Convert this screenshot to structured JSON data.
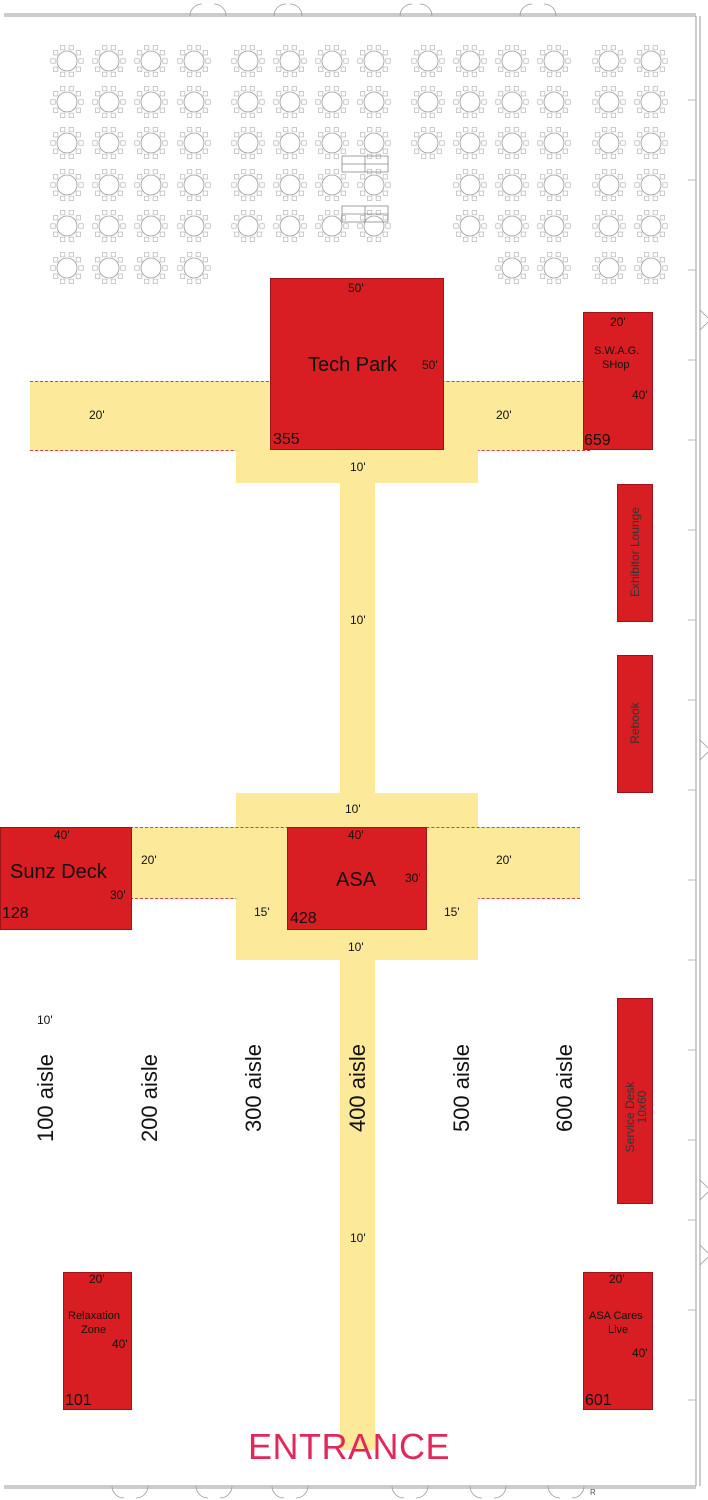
{
  "areas": {
    "tech_park": {
      "name": "Tech Park",
      "number": "355",
      "width": "50'",
      "depth": "50'"
    },
    "swag_shop": {
      "name_line1": "S.W.A.G.",
      "name_line2": "SHop",
      "number": "659",
      "width": "20'",
      "depth": "40'"
    },
    "sunz_deck": {
      "name": "Sunz Deck",
      "number": "128",
      "width": "40'",
      "depth": "30'"
    },
    "asa": {
      "name": "ASA",
      "number": "428",
      "width": "40'",
      "depth": "30'"
    },
    "exhibitor_lounge": {
      "name": "Exhibitor Lounge"
    },
    "rebook": {
      "name": "Rebook"
    },
    "service_desk": {
      "name": "Service Desk",
      "size": "10x60"
    },
    "relaxation_zone": {
      "name_line1": "Relaxation",
      "name_line2": "Zone",
      "number": "101",
      "width": "20'",
      "depth": "40'"
    },
    "asa_cares_live": {
      "name_line1": "ASA Cares",
      "name_line2": "Live",
      "number": "601",
      "width": "20'",
      "depth": "40'"
    }
  },
  "walkway_dims": {
    "upper_left": "20'",
    "upper_right": "20'",
    "upper_bottom": "10'",
    "upper_spine": "10'",
    "mid_top": "10'",
    "mid_left": "20'",
    "mid_right": "20'",
    "mid_inner_left": "15'",
    "mid_inner_right": "15'",
    "mid_bottom": "10'",
    "lower_spine": "10'",
    "aisle_gap": "10'"
  },
  "aisles": [
    "100 aisle",
    "200 aisle",
    "300 aisle",
    "400 aisle",
    "500 aisle",
    "600 aisle"
  ],
  "entrance": "ENTRANCE",
  "corner_mark": "R",
  "colors": {
    "booth": "#d81e23",
    "walkway": "#fde99a",
    "entrance": "#e0285a",
    "walkway_edge": "#d04060"
  }
}
